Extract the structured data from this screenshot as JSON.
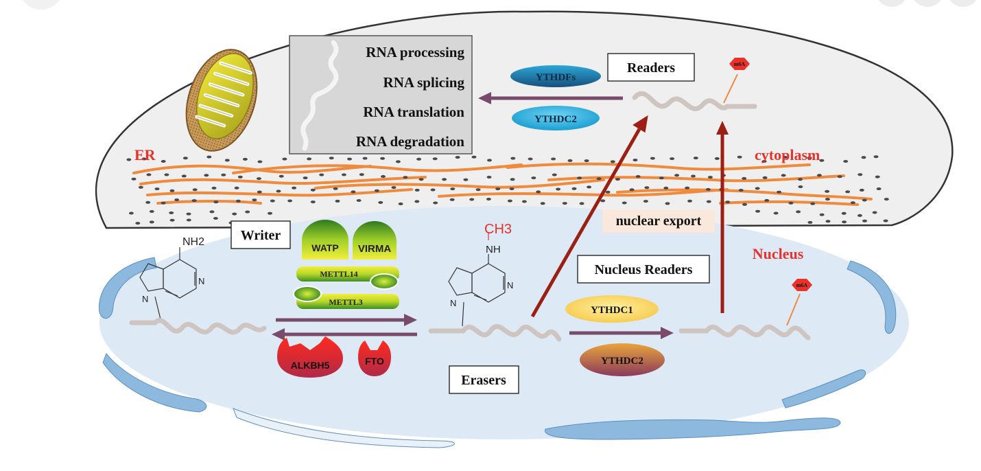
{
  "processes": {
    "items": [
      "RNA processing",
      "RNA splicing",
      "RNA translation",
      "RNA degradation"
    ]
  },
  "cytoplasm": {
    "er_label": "ER",
    "compartment_label": "cytoplasm",
    "readers_label": "Readers",
    "reader_proteins": [
      "YTHDFs",
      "YTHDC2"
    ],
    "m6a_tag": "m6A"
  },
  "nucleus": {
    "compartment_label": "Nucleus",
    "writer_label": "Writer",
    "writer_proteins": [
      "WATP",
      "VIRMA",
      "METTL14",
      "METTL3"
    ],
    "eraser_label": "Erasers",
    "eraser_proteins": [
      "ALKBH5",
      "FTO"
    ],
    "export_label": "nuclear export",
    "readers_label": "Nucleus Readers",
    "reader_proteins": [
      "YTHDC1",
      "YTHDC2"
    ],
    "m6a_tag": "m6A"
  },
  "adenine": {
    "amine_label": "NH2",
    "methyl_label": "CH3",
    "nh_label": "NH",
    "n_label": "N"
  },
  "colors": {
    "compartment_red": "#e8322a",
    "er_orange": "#f08a3c",
    "nucleus_fill": "#dde9f5",
    "cytoplasm_fill": "#efefef",
    "arrow_dark_red": "#9c1f14",
    "arrow_purple": "#7a4a6a"
  }
}
